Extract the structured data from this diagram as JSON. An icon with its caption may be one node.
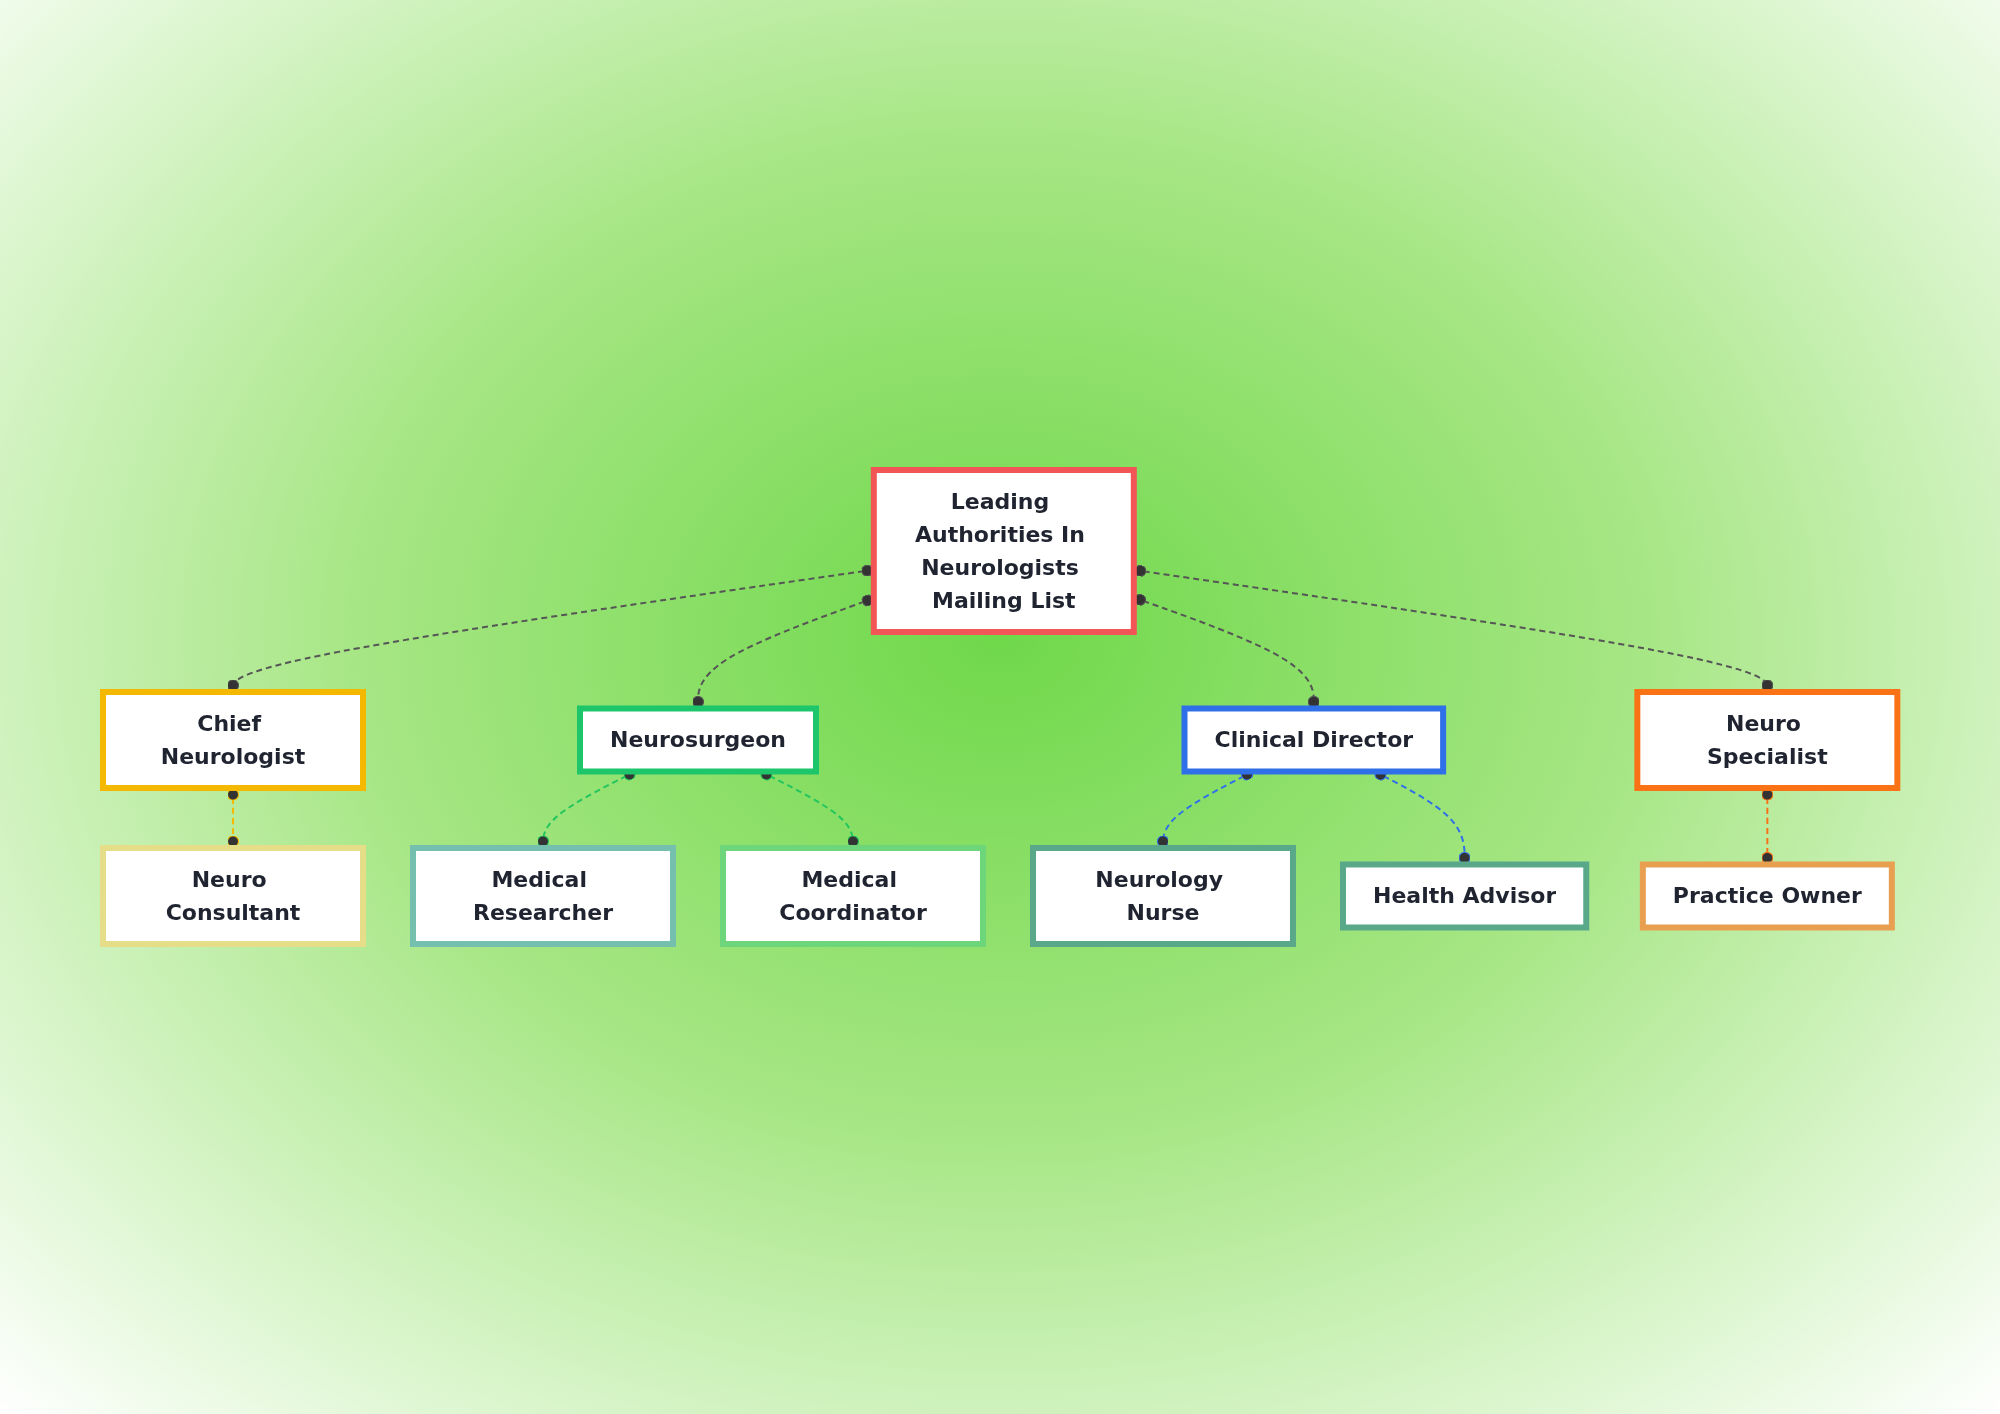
{
  "diagram": {
    "nodes": [
      {
        "text": [
          "Leading Authorities In Neurologists Mailing List"
        ]
      },
      {
        "text": [
          "Chief Neurologist"
        ]
      },
      {
        "text": [
          "Neuro Consultant"
        ]
      },
      {
        "text": [
          "Neurosurgeon"
        ]
      },
      {
        "text": [
          "Medical Researcher"
        ]
      },
      {
        "text": [
          "Medical Coordinator"
        ]
      },
      {
        "text": [
          "Clinical Director"
        ]
      },
      {
        "text": [
          "Neurology Nurse"
        ]
      },
      {
        "text": [
          "Health Advisor"
        ]
      },
      {
        "text": [
          "Neuro Specialist"
        ]
      },
      {
        "text": [
          "Practice Owner"
        ]
      }
    ],
    "edges": [
      {
        "from": 0,
        "to": 1,
        "arrow": "other",
        "style": "dashed"
      },
      {
        "from": 0,
        "to": 3,
        "arrow": "other",
        "style": "dashed"
      },
      {
        "from": 0,
        "to": 6,
        "arrow": "other",
        "style": "dashed"
      },
      {
        "from": 0,
        "to": 9,
        "arrow": "other",
        "style": "dashed"
      },
      {
        "from": 1,
        "to": 2,
        "arrow": "other",
        "style": "dashed",
        "color": "#f5b800"
      },
      {
        "from": 3,
        "to": 4,
        "arrow": "other",
        "style": "dashed",
        "color": "#22c55e"
      },
      {
        "from": 3,
        "to": 5,
        "arrow": "other",
        "style": "dashed",
        "color": "#22c55e"
      },
      {
        "from": 6,
        "to": 7,
        "arrow": "other",
        "style": "dashed",
        "color": "#2f6fe8"
      },
      {
        "from": 6,
        "to": 8,
        "arrow": "other",
        "style": "dashed",
        "color": "#2f6fe8"
      },
      {
        "from": 9,
        "to": 10,
        "arrow": "other",
        "style": "dashed",
        "color": "#f97316"
      }
    ]
  }
}
